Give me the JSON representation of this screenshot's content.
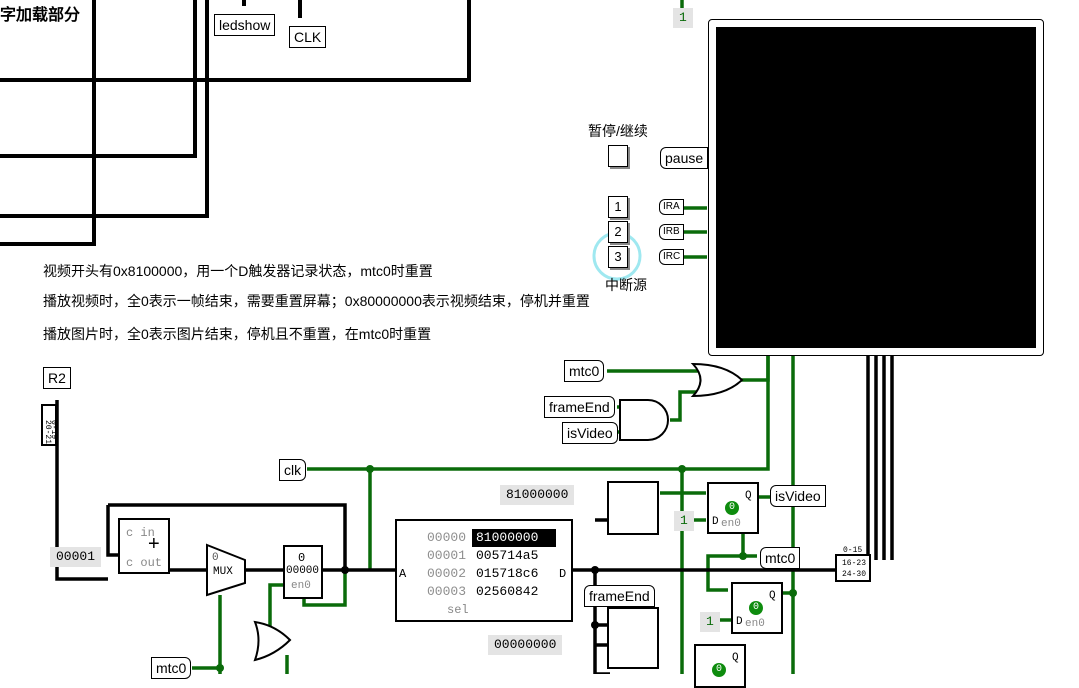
{
  "top": {
    "title_partial": "字加载部分",
    "ledshow_label": "ledshow",
    "clk_label": "CLK",
    "const_one": "1"
  },
  "notes": [
    "视频开头有0x8100000，用一个D触发器记录状态，mtc0时重置",
    "播放视频时，全0表示一帧结束，需要重置屏幕；0x80000000表示视频结束，停机并重置",
    "播放图片时，全0表示图片结束，停机且不重置，在mtc0时重置"
  ],
  "pause": {
    "caption": "暂停/继续",
    "tag": "pause"
  },
  "interrupt": {
    "caption": "中断源",
    "buttons": [
      "1",
      "2",
      "3"
    ],
    "tags": [
      "IRA",
      "IRB",
      "IRC"
    ]
  },
  "gate_inputs": {
    "mtc0": "mtc0",
    "frameEnd": "frameEnd",
    "isVideo": "isVideo"
  },
  "left": {
    "r2_label": "R2",
    "splitter_bits_a": "0-19",
    "splitter_bits_b": "20-21",
    "clk": "clk",
    "counter_const": "00001",
    "counter_c_in": "c in",
    "counter_c_out": "c out",
    "mux_label": "MUX",
    "mux_input0": "0",
    "reg_value_top": "0",
    "reg_value": "00000",
    "reg_en": "en0",
    "mtc0_bottom": "mtc0",
    "rom_port_a": "A",
    "rom_port_d": "D",
    "rom_sel": "sel"
  },
  "rom": {
    "rows": [
      {
        "addr": "00000",
        "value": "81000000",
        "selected": true
      },
      {
        "addr": "00001",
        "value": "005714a5",
        "selected": false
      },
      {
        "addr": "00002",
        "value": "015718c6",
        "selected": false
      },
      {
        "addr": "00003",
        "value": "02560842",
        "selected": false
      }
    ]
  },
  "right": {
    "const_video_start": "81000000",
    "const_zero": "00000000",
    "const_one_a": "1",
    "const_one_b": "1",
    "frameEnd_tag": "frameEnd",
    "isVideo_tag": "isVideo",
    "mtc0_tag": "mtc0",
    "ff_q": "Q",
    "ff_d": "D",
    "ff_en": "en0",
    "ff_state": "0",
    "splitter_ranges": [
      "0-15",
      "16-23",
      "24-30"
    ]
  }
}
